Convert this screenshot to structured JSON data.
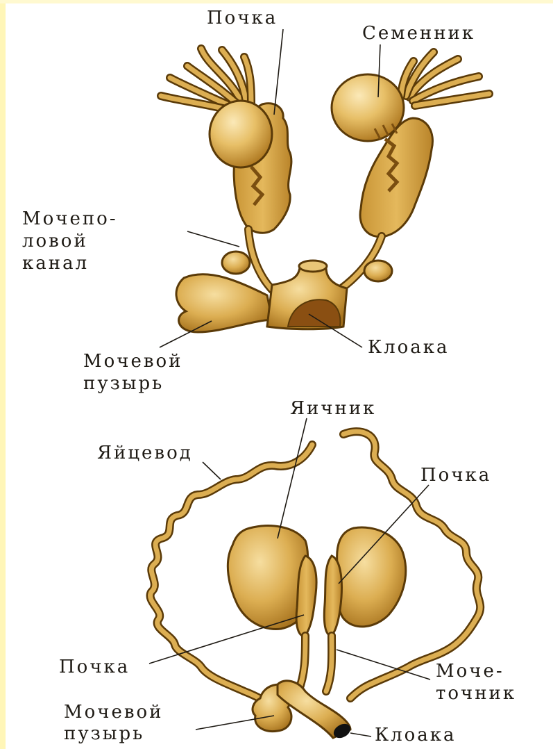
{
  "colors": {
    "organ_fill": "#dcae52",
    "organ_light": "#f1d38a",
    "organ_shadow": "#a8741f",
    "outline": "#5a3a08",
    "label_text": "#1e1a14",
    "left_strip": "#fff6b8"
  },
  "male": {
    "kidney_label": "Почка",
    "testis_label": "Семенник",
    "duct_label_line1": "Мочепо-",
    "duct_label_line2": "ловой",
    "duct_label_line3": "канал",
    "bladder_label_line1": "Мочевой",
    "bladder_label_line2": "пузырь",
    "cloaca_label": "Клоака"
  },
  "female": {
    "ovary_label": "Яичник",
    "oviduct_label": "Яйцевод",
    "kidney_right_label": "Почка",
    "kidney_left_label": "Почка",
    "ureter_label_line1": "Моче-",
    "ureter_label_line2": "точник",
    "bladder_label_line1": "Мочевой",
    "bladder_label_line2": "пузырь",
    "cloaca_label": "Клоака"
  }
}
